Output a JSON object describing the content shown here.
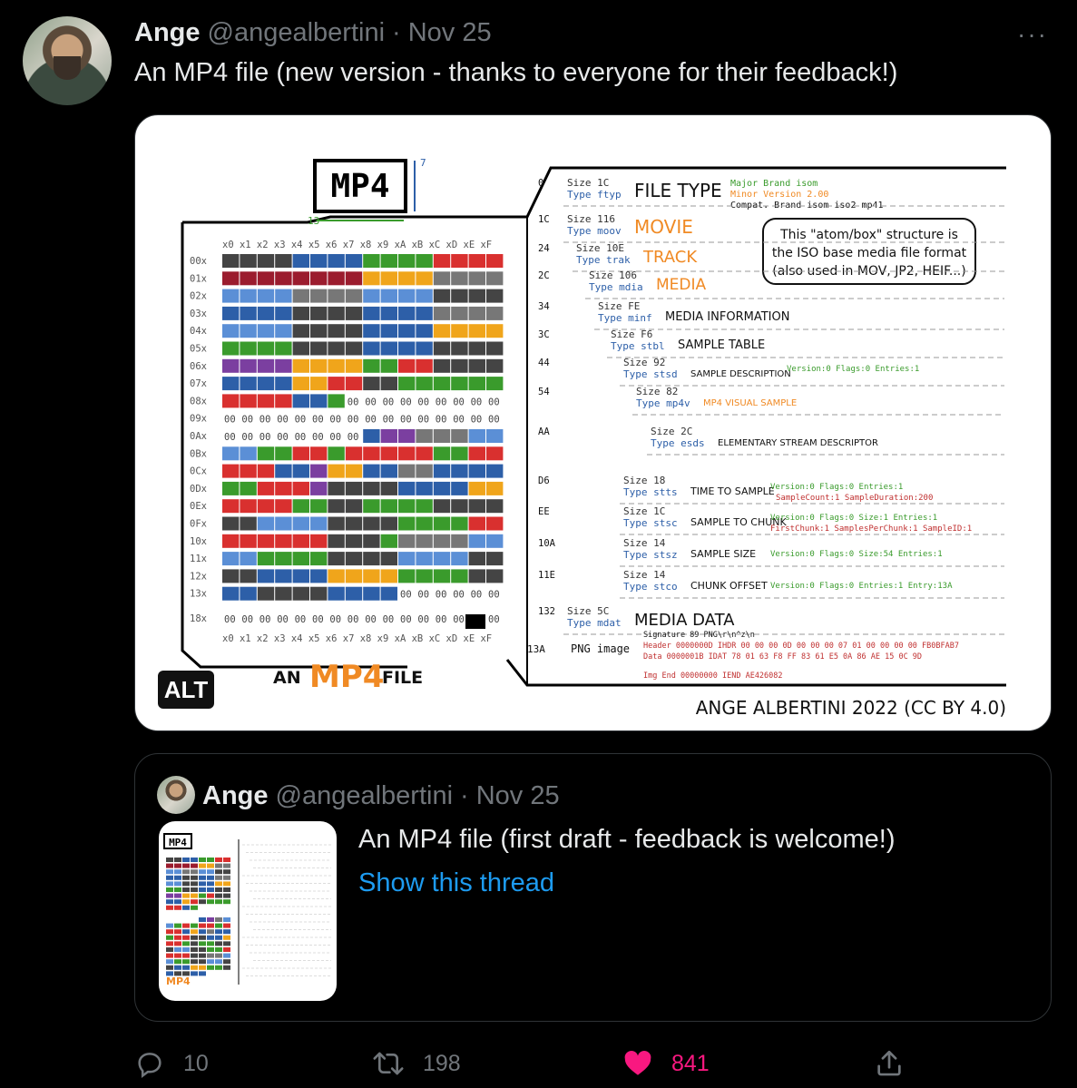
{
  "tweet": {
    "name": "Ange",
    "handle": "@angealbertini",
    "separator": "·",
    "date": "Nov 25",
    "more": "···",
    "text": "An MP4 file (new version - thanks to everyone for their feedback!)",
    "alt_label": "ALT"
  },
  "image": {
    "logo": "MP4",
    "logo_width": "13",
    "logo_height": "7",
    "column_header": "x0 x1 x2 x3 x4 x5 x6 x7 x8 x9 xA xB xC xD xE xF",
    "row_labels": [
      "00x",
      "01x",
      "02x",
      "03x",
      "04x",
      "05x",
      "06x",
      "07x",
      "08x",
      "09x",
      "0Ax",
      "0Bx",
      "0Cx",
      "0Dx",
      "0Ex",
      "0Fx",
      "10x",
      "11x",
      "12x",
      "13x",
      "18x"
    ],
    "caption_prefix": "AN",
    "caption_mp4": "MP4",
    "caption_suffix": "FILE",
    "credit": "ANGE ALBERTINI 2022 (CC BY 4.0)",
    "bubble": [
      "This \"atom/box\" structure is",
      "the ISO base media file format",
      "(also used in MOV, JP2, HEIF...)"
    ],
    "atoms": [
      {
        "offset": "0",
        "size": "Size 1C",
        "type": "Type ftyp",
        "title": "FILE TYPE"
      },
      {
        "offset": "1C",
        "size": "Size 116",
        "type": "Type moov",
        "title": "MOVIE"
      },
      {
        "offset": "24",
        "size": "Size 10E",
        "type": "Type trak",
        "title": "TRACK"
      },
      {
        "offset": "2C",
        "size": "Size 106",
        "type": "Type mdia",
        "title": "MEDIA"
      },
      {
        "offset": "34",
        "size": "Size FE",
        "type": "Type minf",
        "title": "MEDIA INFORMATION"
      },
      {
        "offset": "3C",
        "size": "Size F6",
        "type": "Type stbl",
        "title": "SAMPLE TABLE"
      },
      {
        "offset": "44",
        "size": "Size 92",
        "type": "Type stsd",
        "title": "SAMPLE DESCRIPTION"
      },
      {
        "offset": "54",
        "size": "Size 82",
        "type": "Type mp4v",
        "title": "MP4 VISUAL SAMPLE"
      },
      {
        "offset": "AA",
        "size": "Size 2C",
        "type": "Type esds",
        "title": "ELEMENTARY STREAM DESCRIPTOR"
      },
      {
        "offset": "D6",
        "size": "Size 18",
        "type": "Type stts",
        "title": "TIME TO SAMPLE"
      },
      {
        "offset": "EE",
        "size": "Size 1C",
        "type": "Type stsc",
        "title": "SAMPLE TO CHUNK"
      },
      {
        "offset": "10A",
        "size": "Size 14",
        "type": "Type stsz",
        "title": "SAMPLE SIZE"
      },
      {
        "offset": "11E",
        "size": "Size 14",
        "type": "Type stco",
        "title": "CHUNK OFFSET"
      },
      {
        "offset": "132",
        "size": "Size 5C",
        "type": "Type mdat",
        "title": "MEDIA DATA"
      }
    ],
    "ftyp_fields": [
      "Major Brand   isom",
      "Minor Version  2.00",
      "Compat. Brand  isom  iso2 mp41"
    ],
    "stsd_fields": "Version:0  Flags:0  Entries:1",
    "stts_fields": [
      "Version:0 Flags:0 Entries:1",
      "SampleCount:1  SampleDuration:200"
    ],
    "stsc_fields": [
      "Version:0 Flags:0 Size:1 Entries:1",
      "FirstChunk:1 SamplesPerChunk:1 SampleID:1"
    ],
    "stsz_fields": "Version:0 Flags:0 Size:54   Entries:1",
    "stco_fields": "Version:0 Flags:0 Entries:1  Entry:13A",
    "png_offset": "13A",
    "png_label": "PNG image",
    "png_rows": [
      "Signature  89 PNG\\r\\n^z\\n",
      "Header  0000000D IHDR 00 00 00 0D 00 00 00 07 01 00 00 00 00 FB0BFAB7",
      "Data  0000001B IDAT 78 01 63 F8 FF 83 61 E5 0A 86 AE 15 0C 9D",
      "Img End  00000000 IEND AE426082"
    ]
  },
  "quote": {
    "name": "Ange",
    "handle": "@angealbertini",
    "separator": "·",
    "date": "Nov 25",
    "text": "An MP4 file (first draft - feedback is welcome!)",
    "link": "Show this thread"
  },
  "actions": {
    "reply_count": "10",
    "retweet_count": "198",
    "like_count": "841"
  },
  "colors": {
    "like": "#f91880",
    "link": "#1d9bf0",
    "muted": "#71767b",
    "orange": "#f08a24"
  }
}
